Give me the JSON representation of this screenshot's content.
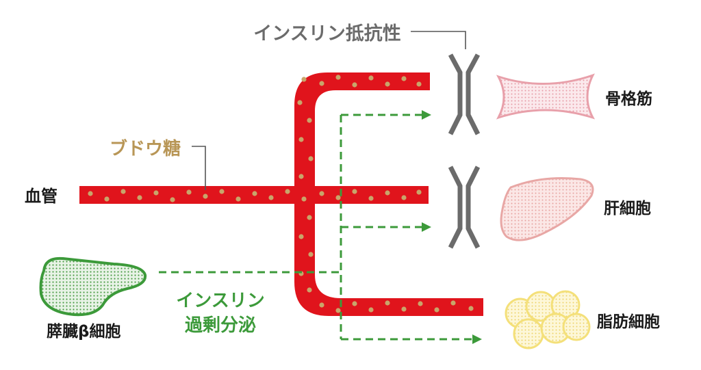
{
  "labels": {
    "insulin_resistance": "インスリン抵抗性",
    "glucose": "ブドウ糖",
    "blood_vessel": "血管",
    "pancreas_beta_cells": "膵臓β細胞",
    "insulin_secretion_line1": "インスリン",
    "insulin_secretion_line2": "過剰分泌",
    "skeletal_muscle": "骨格筋",
    "liver_cell": "肝細胞",
    "fat_cell": "脂肪細胞"
  },
  "colors": {
    "vessel_red": "#e0141c",
    "glucose_dot": "#c9a56a",
    "glucose_text": "#b89656",
    "insulin_green": "#3c9a3a",
    "resistance_gray": "#6b6b6b",
    "muscle_pink": "#e8a0aa",
    "liver_pink": "#e8a7a5",
    "fat_yellow": "#f4e07a",
    "text_dark": "#1a1a1a"
  }
}
